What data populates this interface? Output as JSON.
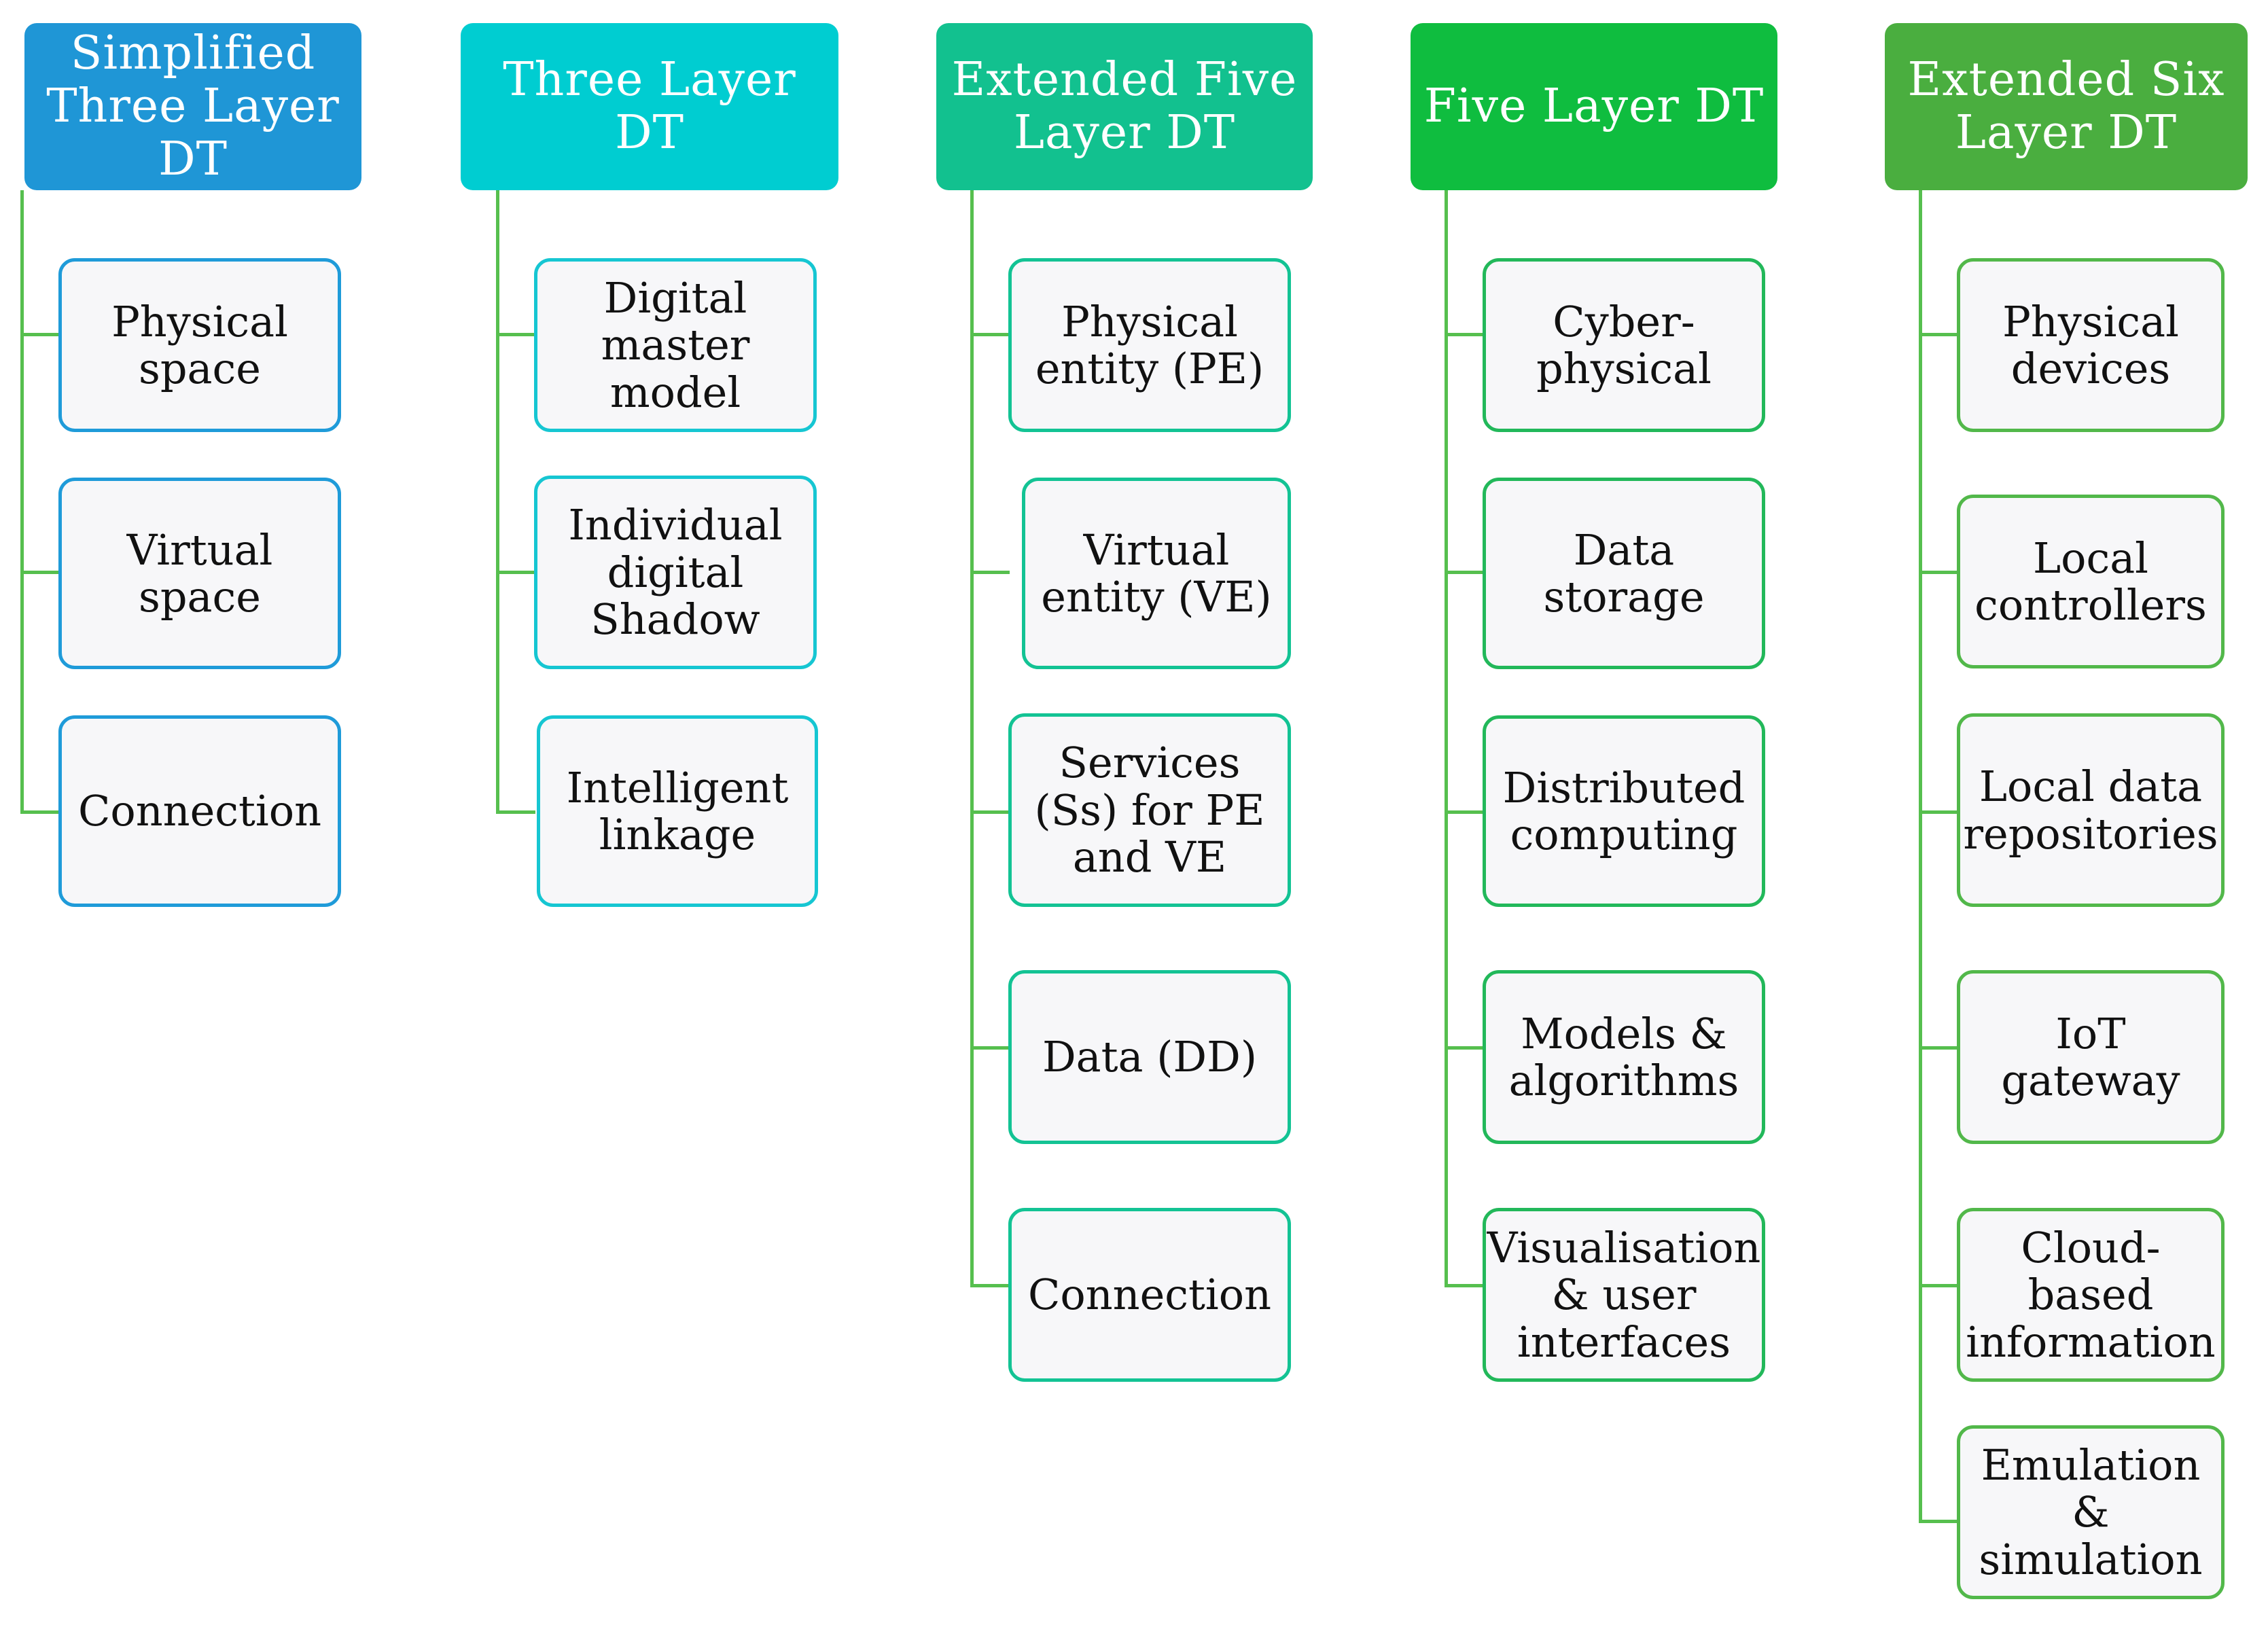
{
  "columns": [
    {
      "title": "Simplified Three Layer DT",
      "color": "#1f96d6",
      "items": [
        "Physical space",
        "Virtual space",
        "Connection"
      ]
    },
    {
      "title": "Three Layer DT",
      "color": "#00cdd1",
      "items": [
        "Digital master model",
        "Individual digital Shadow",
        "Intelligent linkage"
      ]
    },
    {
      "title": "Extended Five Layer DT",
      "color": "#12c18f",
      "items": [
        "Physical entity (PE)",
        "Virtual entity (VE)",
        "Services (Ss) for PE and VE",
        "Data (DD)",
        "Connection"
      ]
    },
    {
      "title": "Five Layer DT",
      "color": "#0fbd3f",
      "items": [
        "Cyber-physical",
        "Data storage",
        "Distributed computing",
        "Models & algorithms",
        "Visualisation & user interfaces"
      ]
    },
    {
      "title": "Extended Six Layer DT",
      "color": "#4aae3f",
      "items": [
        "Physical devices",
        "Local controllers",
        "Local data repositories",
        "IoT gateway",
        "Cloud-based information",
        "Emulation & simulation"
      ]
    }
  ]
}
